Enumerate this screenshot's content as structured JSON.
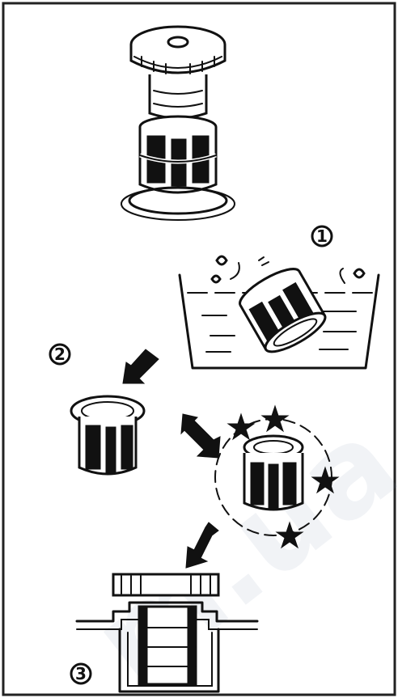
{
  "steps": [
    {
      "id": "1",
      "label": "①"
    },
    {
      "id": "2",
      "label": "②"
    },
    {
      "id": "3",
      "label": "③"
    }
  ],
  "watermark": "m.ua",
  "colors": {
    "ink": "#111111",
    "paper": "#ffffff",
    "frame": "#222222"
  }
}
